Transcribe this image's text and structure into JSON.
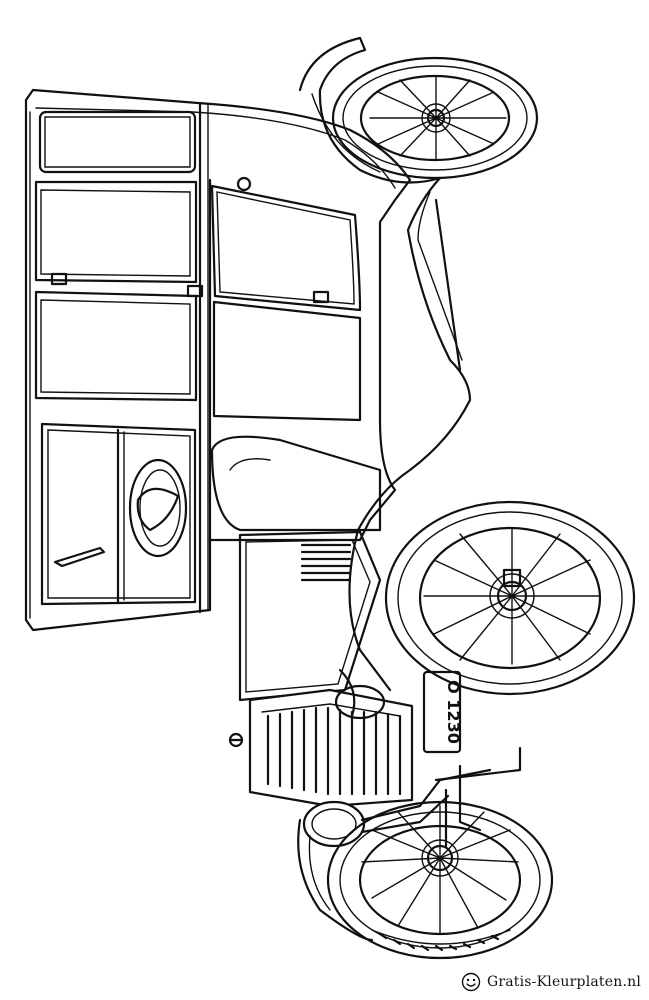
{
  "image": {
    "subject": "vintage-car-coloring-page",
    "background": "#ffffff",
    "line_color": "#111111"
  },
  "plate": {
    "text": "O 1230"
  },
  "watermark": {
    "text": "Gratis-Kleurplaten.nl",
    "logo_icon": "smiley-icon"
  }
}
